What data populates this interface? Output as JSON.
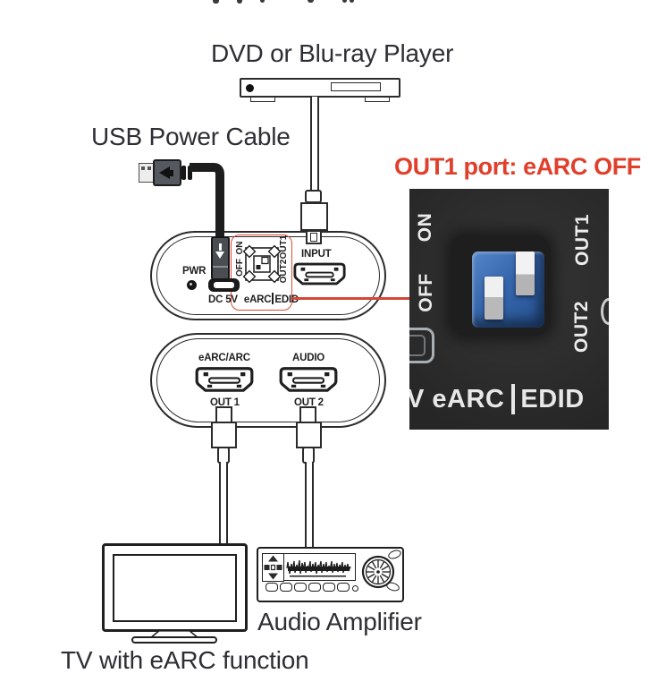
{
  "labels": {
    "player": "DVD or Blu-ray Player",
    "usb_cable": "USB Power Cable",
    "callout": "OUT1 port: eARC OFF",
    "amplifier": "Audio Amplifier",
    "tv": "TV with eARC function"
  },
  "device_top": {
    "pwr": "PWR",
    "dc5v": "DC 5V",
    "earc": "eARC",
    "edid": "EDID",
    "on": "ON",
    "off": "OFF",
    "out1": "OUT1",
    "out2": "OUT2",
    "input": "INPUT"
  },
  "device_bottom": {
    "earc_arc": "eARC/ARC",
    "audio": "AUDIO",
    "out1": "OUT 1",
    "out2": "OUT 2"
  },
  "inset_photo": {
    "on": "ON",
    "off": "OFF",
    "out1": "OUT1",
    "out2": "OUT2",
    "v_earc": "V eARC",
    "edid": "EDID"
  },
  "colors": {
    "accent_red": "#e0402b",
    "line_dark": "#2b2b2b",
    "inset_background": "#2e2e2e",
    "switch_blue": "#3566ac"
  }
}
